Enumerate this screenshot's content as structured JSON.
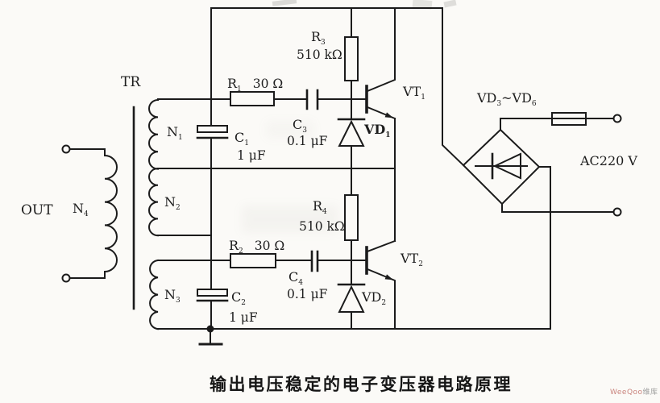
{
  "diagram": {
    "caption": "输出电压稳定的电子变压器电路原理",
    "watermark": {
      "brand": "WeeQoo",
      "suffix": "维库"
    },
    "colors": {
      "line": "#1b1b1b",
      "paper": "#fbfaf7",
      "watermark_brand": "#c9837c",
      "watermark_suffix": "#9e9e9e"
    }
  },
  "components": {
    "transformer": {
      "ref": "TR"
    },
    "output": {
      "label": "OUT"
    },
    "ac_input": {
      "label": "AC220 V"
    },
    "windings": {
      "n1": {
        "ref": "N",
        "sub": "1"
      },
      "n2": {
        "ref": "N",
        "sub": "2"
      },
      "n3": {
        "ref": "N",
        "sub": "3"
      },
      "n4": {
        "ref": "N",
        "sub": "4"
      }
    },
    "resistors": {
      "r1": {
        "ref": "R",
        "sub": "1",
        "value": "30 Ω"
      },
      "r2": {
        "ref": "R",
        "sub": "2",
        "value": "30 Ω"
      },
      "r3": {
        "ref": "R",
        "sub": "3",
        "value": "510 kΩ"
      },
      "r4": {
        "ref": "R",
        "sub": "4",
        "value": "510 kΩ"
      }
    },
    "capacitors": {
      "c1": {
        "ref": "C",
        "sub": "1",
        "value": "1 μF"
      },
      "c2": {
        "ref": "C",
        "sub": "2",
        "value": "1 μF"
      },
      "c3": {
        "ref": "C",
        "sub": "3",
        "value": "0.1 μF"
      },
      "c4": {
        "ref": "C",
        "sub": "4",
        "value": "0.1 μF"
      }
    },
    "transistors": {
      "vt1": {
        "ref": "VT",
        "sub": "1"
      },
      "vt2": {
        "ref": "VT",
        "sub": "2"
      }
    },
    "diodes": {
      "vd1": {
        "ref": "VD",
        "sub": "1"
      },
      "vd2": {
        "ref": "VD",
        "sub": "2"
      }
    },
    "bridge": {
      "ref1": "VD",
      "sub_start": "3",
      "separator": "~",
      "ref2": "VD",
      "sub_end": "6"
    }
  }
}
